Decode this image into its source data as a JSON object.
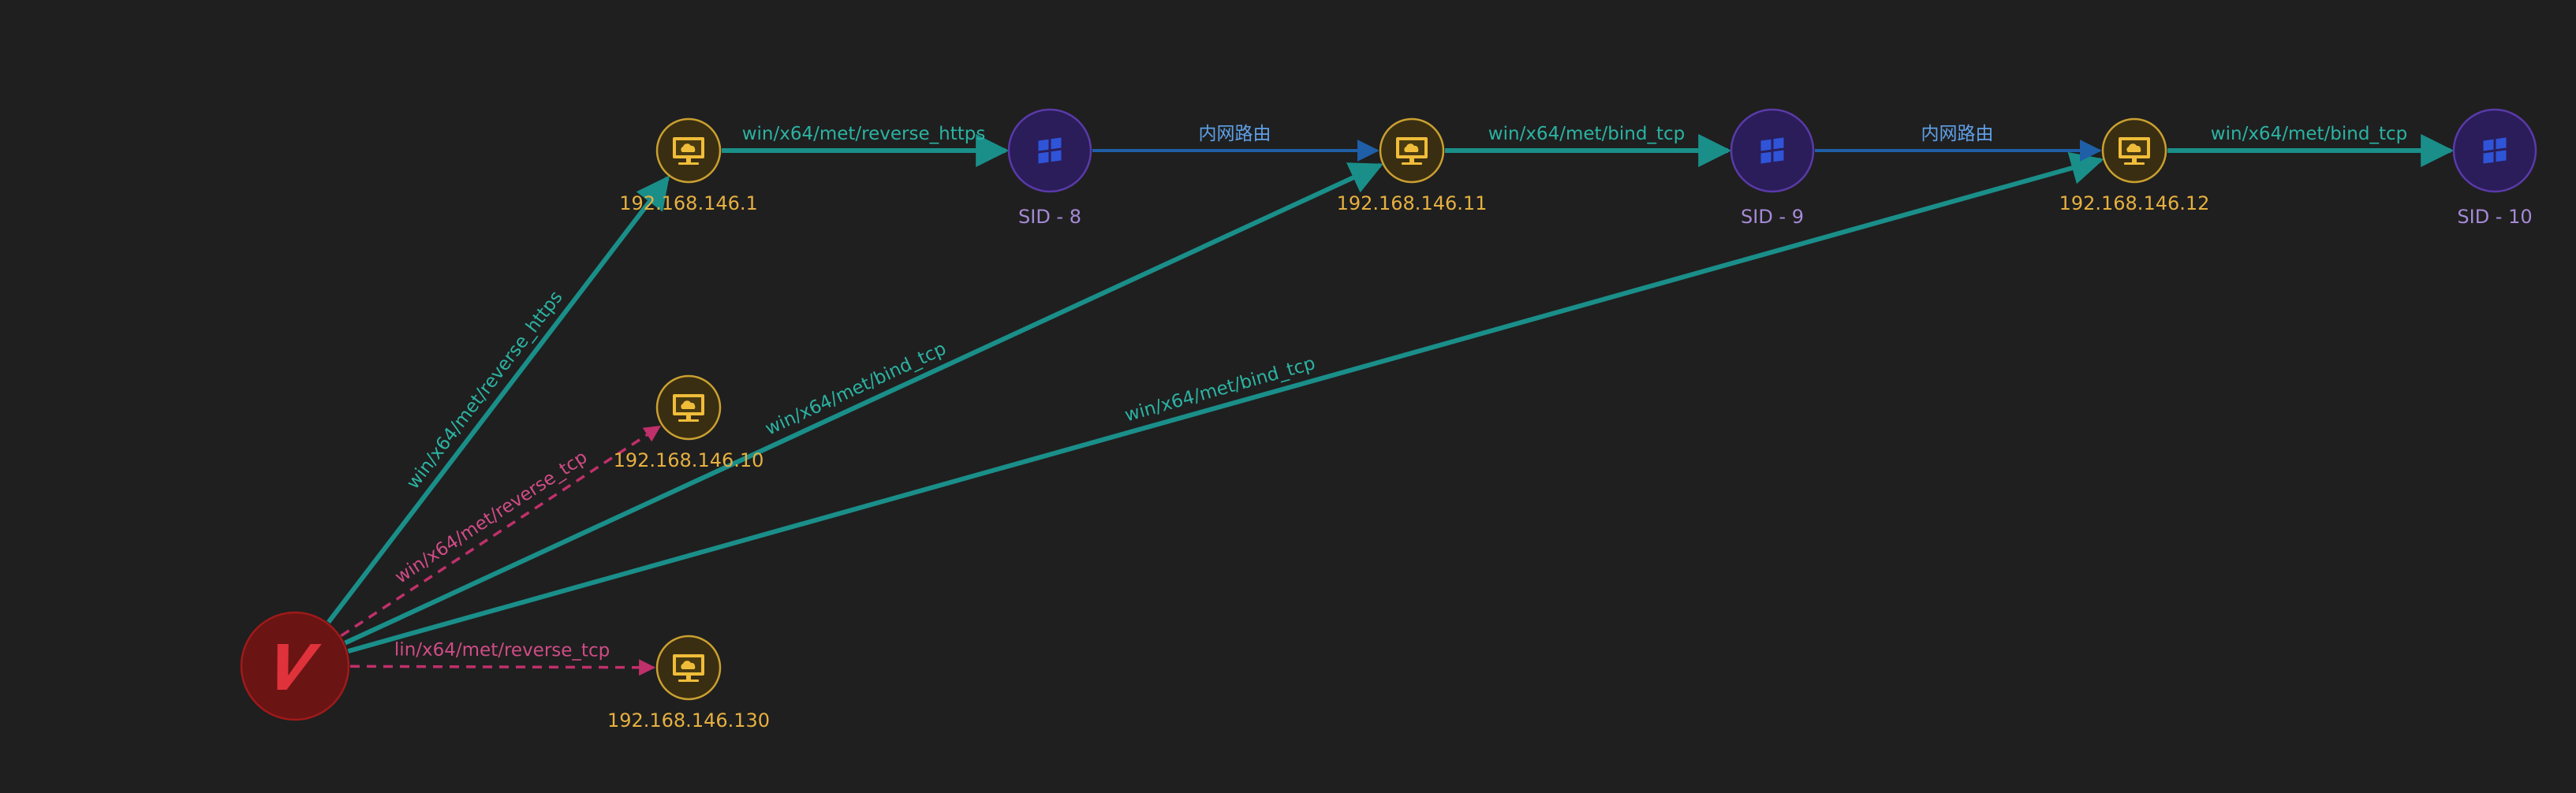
{
  "colors": {
    "background": "#1f1f1f",
    "session_edge": "#1a8f8a",
    "route_edge": "#1f5fa8",
    "pending_edge": "#c0306a",
    "host_label": "#e6b040",
    "sid_label": "#a58ad6",
    "route_label": "#5fa0e8",
    "session_label": "#2bb3a3",
    "pending_label": "#d04c86",
    "host_ring": "#caa030",
    "host_fill": "#3a2e12",
    "host_icon": "#f0bd3a",
    "sid_ring": "#5a3aa8",
    "sid_fill": "#2a1d5a",
    "sid_icon": "#2f54d8",
    "vh_ring": "#a01a1a",
    "vh_fill": "#6a1414",
    "vh_icon": "#e0323a"
  },
  "nodes": [
    {
      "id": "vh",
      "type": "viper",
      "label": "",
      "icon": "viper-v-icon"
    },
    {
      "id": "h1",
      "type": "host",
      "label": "192.168.146.1",
      "icon": "monitor-cloud-icon"
    },
    {
      "id": "h10",
      "type": "host",
      "label": "192.168.146.10",
      "icon": "monitor-cloud-icon"
    },
    {
      "id": "h130",
      "type": "host",
      "label": "192.168.146.130",
      "icon": "monitor-cloud-icon"
    },
    {
      "id": "h11",
      "type": "host",
      "label": "192.168.146.11",
      "icon": "monitor-cloud-icon"
    },
    {
      "id": "h12",
      "type": "host",
      "label": "192.168.146.12",
      "icon": "monitor-cloud-icon"
    },
    {
      "id": "s8",
      "type": "session",
      "label": "SID - 8",
      "icon": "windows-logo-icon"
    },
    {
      "id": "s9",
      "type": "session",
      "label": "SID - 9",
      "icon": "windows-logo-icon"
    },
    {
      "id": "s10",
      "type": "session",
      "label": "SID - 10",
      "icon": "windows-logo-icon"
    }
  ],
  "edges": [
    {
      "from": "vh",
      "to": "h1",
      "label": "win/x64/met/reverse_https",
      "style": "session"
    },
    {
      "from": "vh",
      "to": "h10",
      "label": "win/x64/met/reverse_tcp",
      "style": "pending"
    },
    {
      "from": "vh",
      "to": "h11",
      "label": "win/x64/met/bind_tcp",
      "style": "session"
    },
    {
      "from": "vh",
      "to": "h12",
      "label": "win/x64/met/bind_tcp",
      "style": "session"
    },
    {
      "from": "vh",
      "to": "h130",
      "label": "lin/x64/met/reverse_tcp",
      "style": "pending"
    },
    {
      "from": "h1",
      "to": "s8",
      "label": "win/x64/met/reverse_https",
      "style": "session"
    },
    {
      "from": "s8",
      "to": "h11",
      "label": "内网路由",
      "style": "route"
    },
    {
      "from": "h11",
      "to": "s9",
      "label": "win/x64/met/bind_tcp",
      "style": "session"
    },
    {
      "from": "s9",
      "to": "h12",
      "label": "内网路由",
      "style": "route"
    },
    {
      "from": "h12",
      "to": "s10",
      "label": "win/x64/met/bind_tcp",
      "style": "session"
    }
  ]
}
